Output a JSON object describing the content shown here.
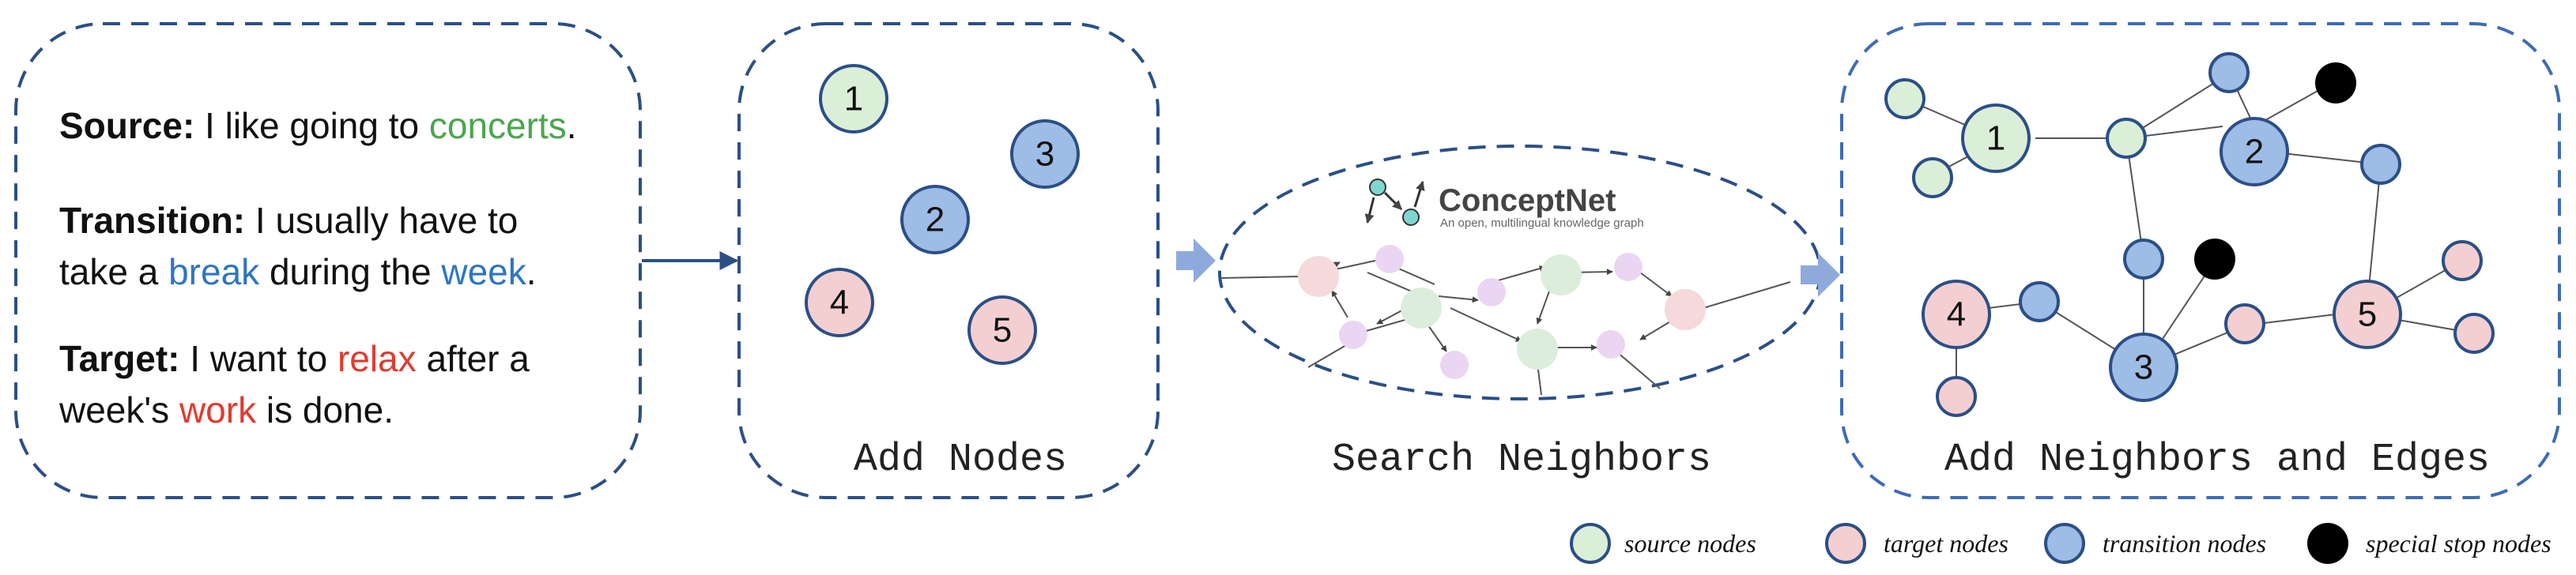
{
  "colors": {
    "panel_border": "#2b4f86",
    "panel_border_right": "#3d6cb3",
    "source": "#a8d5a9",
    "transition": "#2e75c3",
    "target": "#e23a2e",
    "source_node": "#dbeed8",
    "target_node": "#f3cfd1",
    "transition_node": "#9dbce6",
    "stop_node": "#000000",
    "node_stroke": "#2b4f86",
    "big_arrow": "#8eaadc"
  },
  "text_panel": {
    "source_label": "Source:",
    "source_pre": "I like going to",
    "source_keyword": "concerts",
    "source_post": ".",
    "transition_label": "Transition:",
    "transition_line1": "I usually have to",
    "transition_pre": "take a",
    "transition_keyword1": "break",
    "transition_mid": "during the",
    "transition_keyword2": "week",
    "transition_post": ".",
    "target_label": "Target:",
    "target_pre": "I want to",
    "target_keyword1": "relax",
    "target_mid": "after a",
    "target_line2_pre": "week's",
    "target_keyword2": "work",
    "target_post": "is done."
  },
  "add_nodes": {
    "label": "Add Nodes",
    "nodes": [
      {
        "id": "1",
        "kind": "source"
      },
      {
        "id": "3",
        "kind": "transition"
      },
      {
        "id": "2",
        "kind": "transition"
      },
      {
        "id": "4",
        "kind": "target"
      },
      {
        "id": "5",
        "kind": "target"
      }
    ]
  },
  "search": {
    "label": "Search Neighbors",
    "logo_title": "ConceptNet",
    "logo_subtitle": "An open, multilingual knowledge graph",
    "logo_icon": "conceptnet-logo-icon"
  },
  "graph": {
    "label": "Add Neighbors and Edges",
    "numbered_nodes": [
      {
        "id": "1",
        "kind": "source"
      },
      {
        "id": "2",
        "kind": "transition"
      },
      {
        "id": "3",
        "kind": "transition"
      },
      {
        "id": "4",
        "kind": "target"
      },
      {
        "id": "5",
        "kind": "target"
      }
    ]
  },
  "legend": [
    {
      "kind": "source",
      "label": "source nodes"
    },
    {
      "kind": "target",
      "label": "target nodes"
    },
    {
      "kind": "transition",
      "label": "transition nodes"
    },
    {
      "kind": "stop",
      "label": "special stop nodes"
    }
  ]
}
